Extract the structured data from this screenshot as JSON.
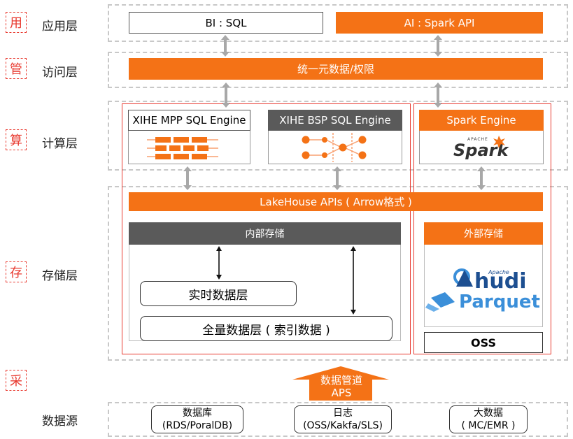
{
  "layers": [
    {
      "char": "用",
      "label": "应用层"
    },
    {
      "char": "管",
      "label": "访问层"
    },
    {
      "char": "算",
      "label": "计算层"
    },
    {
      "char": "存",
      "label": "存储层"
    },
    {
      "char": "采",
      "label": ""
    }
  ],
  "source_label": "数据源",
  "app": {
    "bi": "BI : SQL",
    "ai": "AI : Spark API"
  },
  "access": {
    "unified": "统一元数据/权限"
  },
  "compute": {
    "mpp": "XIHE MPP SQL Engine",
    "bsp": "XIHE BSP SQL Engine",
    "spark": "Spark Engine",
    "spark_logo": "Spark",
    "spark_logo_small": "APACHE"
  },
  "storage": {
    "apis": "LakeHouse APIs ( Arrow格式 )",
    "internal": "内部存储",
    "realtime": "实时数据层",
    "full": "全量数据层 ( 索引数据 )",
    "external": "外部存储",
    "hudi": "hudi",
    "hudi_small": "Apache",
    "parquet": "Parquet",
    "oss": "OSS"
  },
  "pipeline": {
    "line1": "数据管道",
    "line2": "APS"
  },
  "sources": [
    {
      "title": "数据库",
      "sub": "(RDS/PoralDB)"
    },
    {
      "title": "日志",
      "sub": "(OSS/Kakfa/SLS)"
    },
    {
      "title": "大数据",
      "sub": "( MC/EMR )"
    }
  ],
  "colors": {
    "orange": "#f47216",
    "red": "#e8392f",
    "gray": "#5a5a5a"
  }
}
